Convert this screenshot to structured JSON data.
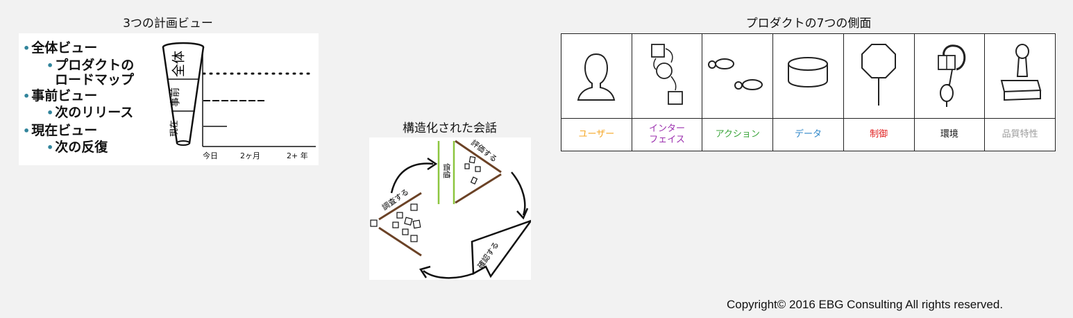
{
  "planning_views": {
    "title": "3つの計画ビュー",
    "bullets": [
      {
        "label": "全体ビュー"
      },
      {
        "label": "プロダクトの"
      },
      {
        "label": "ロードマップ"
      },
      {
        "label": "事前ビュー"
      },
      {
        "label": "次のリリース"
      },
      {
        "label": "現在ビュー"
      },
      {
        "label": "次の反復"
      }
    ],
    "funnel_labels": [
      "全体",
      "事前",
      "現在"
    ],
    "axis_ticks": [
      "今日",
      "2ヶ月",
      "2+ 年"
    ]
  },
  "structured_conversation": {
    "title": "構造化された会話",
    "value_label": "価値",
    "evaluate_label": "評価する",
    "explore_label": "調査する",
    "confirm_label": "確認する"
  },
  "product_aspects": {
    "title": "プロダクトの7つの側面",
    "aspects": [
      {
        "label": "ユーザー",
        "icon": "head-silhouette-icon",
        "color": "#f5a623"
      },
      {
        "label": "インター",
        "label2": "フェイス",
        "icon": "flow-boxes-icon",
        "color": "#9b2fae"
      },
      {
        "label": "アクション",
        "icon": "footprints-icon",
        "color": "#3aa53a"
      },
      {
        "label": "データ",
        "icon": "cylinder-icon",
        "color": "#2e86c8"
      },
      {
        "label": "制御",
        "icon": "stop-sign-icon",
        "color": "#e02020"
      },
      {
        "label": "環境",
        "icon": "gift-hook-icon",
        "color": "#111111"
      },
      {
        "label": "品質特性",
        "icon": "stamp-icon",
        "color": "#9a9a9a"
      }
    ]
  },
  "footer": {
    "copyright": "Copyright© 2016 EBG Consulting All rights reserved."
  }
}
